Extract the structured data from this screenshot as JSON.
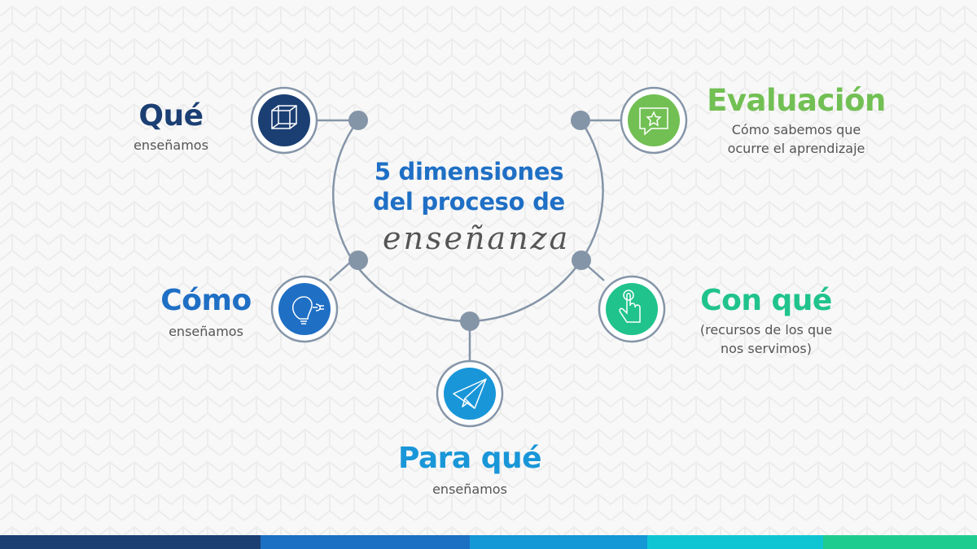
{
  "center": {
    "title_line1": "5 dimensiones",
    "title_line2": "del proceso de",
    "script_word": "enseñanza",
    "title_color": "#1f6fc5"
  },
  "nodes": [
    {
      "id": "que",
      "title": "Qué",
      "subtitle": "enseñamos",
      "color": "#1b3f73",
      "icon": "cube-icon"
    },
    {
      "id": "evaluacion",
      "title": "Evaluación",
      "subtitle_line1": "Cómo sabemos que",
      "subtitle_line2": "ocurre el aprendizaje",
      "color": "#72c054",
      "icon": "star-speech-bubble-icon"
    },
    {
      "id": "como",
      "title": "Cómo",
      "subtitle": "enseñamos",
      "color": "#1f6fc5",
      "icon": "lightbulb-plug-icon"
    },
    {
      "id": "con_que",
      "title": "Con qué",
      "subtitle_line1": "(recursos de los que",
      "subtitle_line2": "nos servimos)",
      "color": "#20c38c",
      "icon": "touch-hand-icon"
    },
    {
      "id": "para_que",
      "title": "Para qué",
      "subtitle": "enseñamos",
      "color": "#1996d8",
      "icon": "paper-plane-icon"
    }
  ],
  "connector_color": "#8595a8",
  "bottom_bar_colors": [
    "#1c3f73",
    "#1c70c4",
    "#1598d6",
    "#10c5d3",
    "#1fcc8f"
  ]
}
